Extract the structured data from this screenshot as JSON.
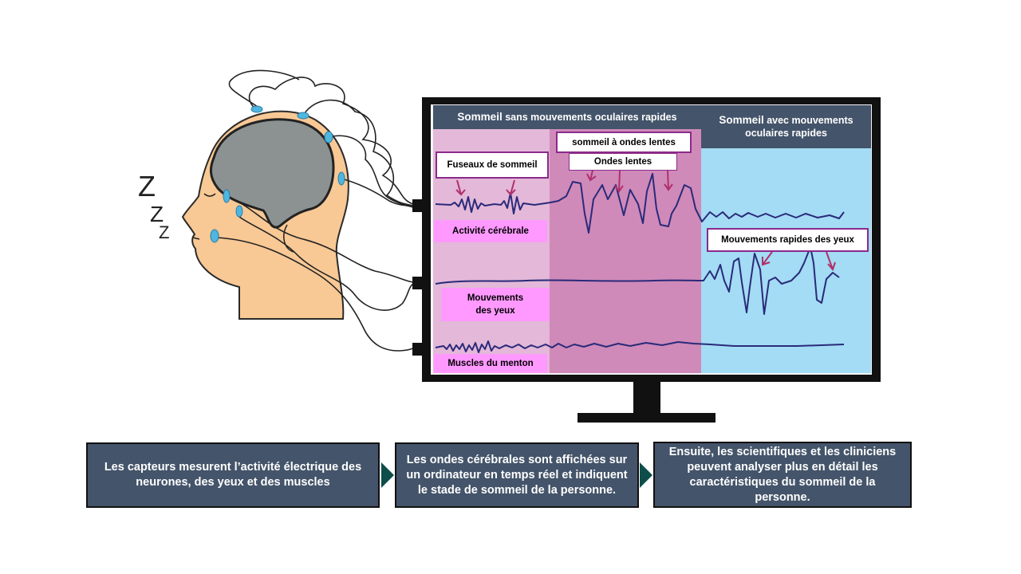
{
  "header": {
    "nrem_bold": "Sommeil",
    "nrem_rest": "sans  mouvements oculaires rapides",
    "rem_bold": "Sommeil",
    "rem_rest": "avec mouvements oculaires rapides"
  },
  "callouts": {
    "spindles": "Fuseaux de sommeil",
    "slow_wave_sleep": "sommeil à ondes lentes",
    "slow_waves": "Ondes lentes",
    "rapid_eye_movements": "Mouvements rapides des yeux"
  },
  "channels": {
    "brain": "Activité cérébrale",
    "eyes": "Mouvements des yeux",
    "chin": "Muscles du menton"
  },
  "sleep_symbol": [
    "Z",
    "Z",
    "Z"
  ],
  "steps": [
    "Les capteurs mesurent l’activité  électrique des neurones, des yeux et des muscles",
    "Les ondes cérébrales sont affichées sur un ordinateur en temps réel et indiquent le stade de sommeil de la personne.",
    "Ensuite, les scientifiques  et les cliniciens peuvent analyser plus en détail les caractéristiques du sommeil de la personne."
  ],
  "colors": {
    "panel_light_pink": "#e3b8d8",
    "panel_dark_pink": "#cf8ab9",
    "panel_blue": "#a3dcf4",
    "header_slate": "#44546a",
    "callout_border": "#8b2a8b",
    "label_pink": "#ff99ff",
    "trace": "#2a2a7a",
    "arrow": "#b0306a",
    "skin": "#f8c895",
    "brain": "#8c9292",
    "electrode": "#4fb6e0",
    "chevron": "#0e4d4a"
  }
}
